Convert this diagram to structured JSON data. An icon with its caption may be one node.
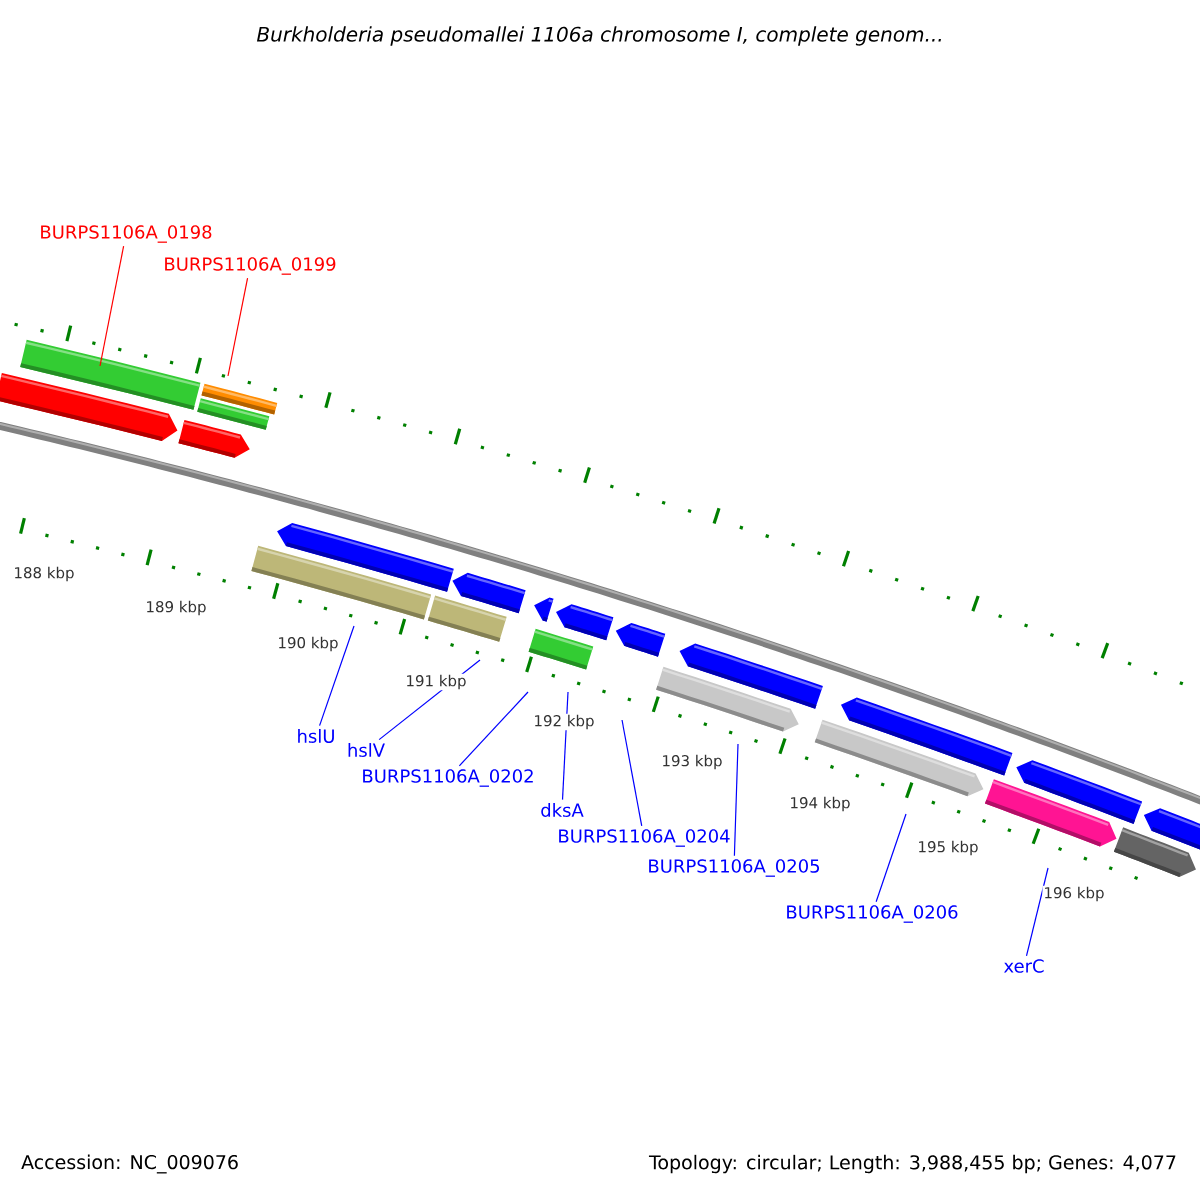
{
  "diagram": {
    "title": "*Burkholderia pseudomallei* 1106a chromosome I, complete genom...",
    "nodes": [
      {
        "text": [
          "BURPS1106A_0198"
        ]
      },
      {
        "text": [
          "BURPS1106A_0199"
        ]
      },
      {
        "text": [
          "hslU"
        ]
      },
      {
        "text": [
          "hslV"
        ]
      },
      {
        "text": [
          "BURPS1106A_0202"
        ]
      },
      {
        "text": [
          "dksA"
        ]
      },
      {
        "text": [
          "BURPS1106A_0204"
        ]
      },
      {
        "text": [
          "BURPS1106A_0205"
        ]
      },
      {
        "text": [
          "BURPS1106A_0206"
        ]
      },
      {
        "text": [
          "xerC"
        ]
      }
    ],
    "edges": [
      {
        "from": 0,
        "to": null,
        "arrow": "none",
        "color": "#ff0000"
      },
      {
        "from": 1,
        "to": null,
        "arrow": "none",
        "color": "#ff0000"
      },
      {
        "from": 2,
        "to": null,
        "arrow": "none"
      },
      {
        "from": 3,
        "to": null,
        "arrow": "none"
      },
      {
        "from": 4,
        "to": null,
        "arrow": "none"
      },
      {
        "from": 5,
        "to": null,
        "arrow": "none"
      },
      {
        "from": 6,
        "to": null,
        "arrow": "none"
      },
      {
        "from": 7,
        "to": null,
        "arrow": "none"
      },
      {
        "from": 8,
        "to": null,
        "arrow": "none"
      },
      {
        "from": 9,
        "to": null,
        "arrow": "none"
      }
    ],
    "labels": [
      "188 kbp",
      "189 kbp",
      "190 kbp",
      "191 kbp",
      "192 kbp",
      "193 kbp",
      "194 kbp",
      "195 kbp",
      "196 kbp",
      "Accession: NC_009076",
      "Topology: circular; Length: 3,988,455 bp; Genes: 4,077"
    ]
  }
}
